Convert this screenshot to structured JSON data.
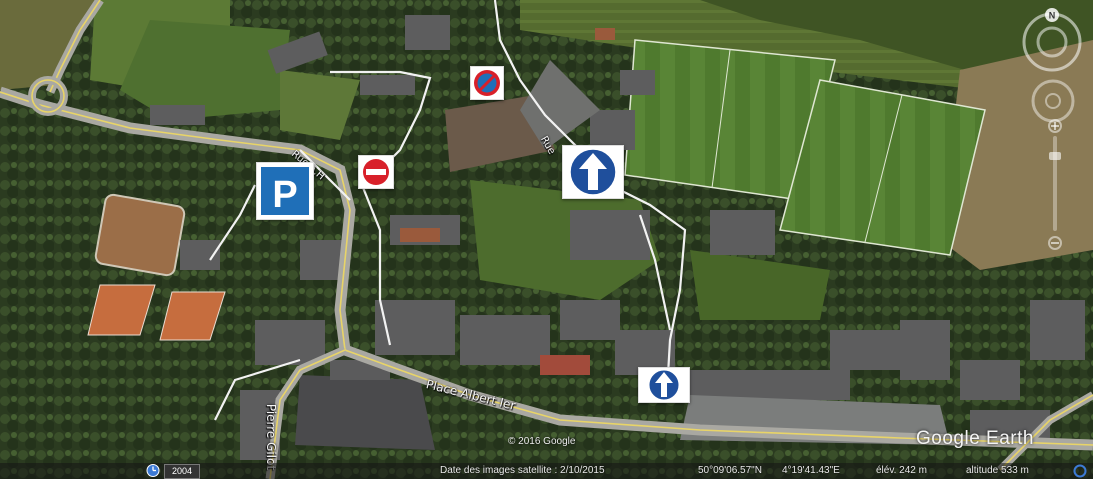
{
  "app": {
    "logo": "Google Earth",
    "copyright": "© 2016 Google"
  },
  "streets": {
    "rue": "Rue A.H",
    "place": "Place Albert Ier",
    "vertical": "Pierre Gilot",
    "upper_right": "Rue"
  },
  "signs": {
    "parking": "P",
    "no_entry": "no-entry-sign",
    "no_parking": "no-parking-sign",
    "one_way_top": "one-way-ahead-sign",
    "one_way_bottom": "one-way-ahead-sign"
  },
  "status": {
    "imagery_date": "Date des images satellite : 2/10/2015",
    "latitude": "50°09'06.57\"N",
    "longitude": "4°19'41.43\"E",
    "elevation": "élév. 242 m",
    "altitude": "altitude 533 m",
    "history_year": "2004"
  },
  "nav": {
    "north_label": "N"
  },
  "colors": {
    "road_main": "#e8d468",
    "road_white": "#f2f2f2",
    "sign_blue": "#1f6fb8",
    "sign_red": "#d8202a"
  }
}
